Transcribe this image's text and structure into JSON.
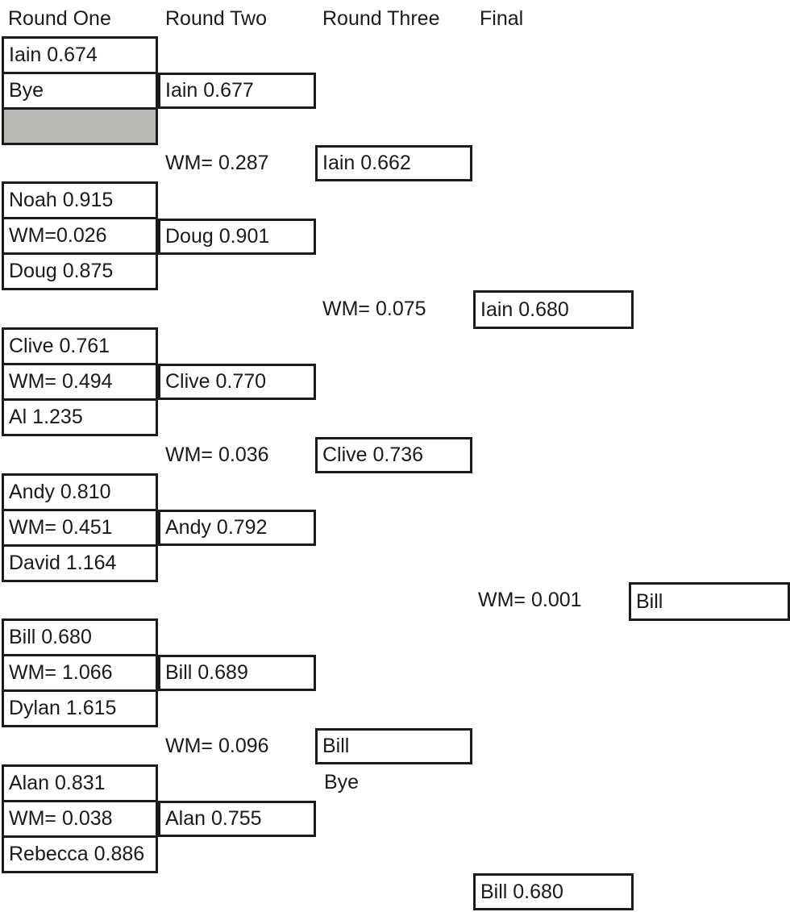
{
  "headers": {
    "round_one": "Round One",
    "round_two": "Round Two",
    "round_three": "Round Three",
    "final": "Final"
  },
  "round_one": {
    "match_1": {
      "player_1": "Iain 0.674",
      "player_2": "Bye",
      "empty": ""
    },
    "match_2": {
      "player_1": "Noah 0.915",
      "wm": "WM=0.026",
      "player_2": "Doug 0.875"
    },
    "match_3": {
      "player_1": "Clive 0.761",
      "wm": "WM= 0.494",
      "player_2": "Al 1.235"
    },
    "match_4": {
      "player_1": "Andy 0.810",
      "wm": "WM= 0.451",
      "player_2": "David 1.164"
    },
    "match_5": {
      "player_1": "Bill 0.680",
      "wm": "WM= 1.066",
      "player_2": "Dylan 1.615"
    },
    "match_6": {
      "player_1": "Alan 0.831",
      "wm": "WM= 0.038",
      "player_2": "Rebecca 0.886"
    }
  },
  "round_two": {
    "winner_1": "Iain 0.677",
    "winner_2": "Doug 0.901",
    "winner_3": "Clive 0.770",
    "winner_4": "Andy 0.792",
    "winner_5": "Bill 0.689",
    "winner_6": "Alan 0.755",
    "wm_match_1": "WM= 0.287",
    "wm_match_2": "WM= 0.036",
    "wm_match_3": "WM= 0.096"
  },
  "round_three": {
    "winner_1": "Iain 0.662",
    "winner_2": "Clive 0.736",
    "winner_3": "Bill",
    "bye": "Bye",
    "wm_semifinal": "WM= 0.075"
  },
  "final": {
    "finalist_1": "Iain 0.680",
    "finalist_2": "Bill 0.680",
    "wm_final": "WM= 0.001",
    "champion": "Bill"
  },
  "colors": {
    "border": "#1b1b1b",
    "text": "#1a1a1a",
    "empty_cell_fill": "#bab8b3",
    "background": "#ffffff"
  }
}
